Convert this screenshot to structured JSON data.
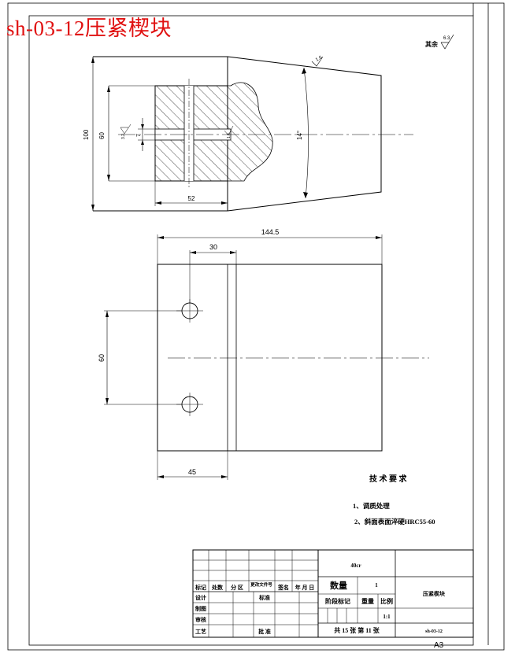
{
  "title": "sh-03-12压紧楔块",
  "roughness": {
    "label": "其余",
    "value": "6.3"
  },
  "dims": {
    "d100": "100",
    "d60_front": "60",
    "d7": "7",
    "d52": "52",
    "a14": "14°",
    "r32": "3.2",
    "r16a": "1.6",
    "r16b": "1.6",
    "d1445": "144.5",
    "d30": "30",
    "d60_top": "60",
    "d45": "45"
  },
  "tech": {
    "heading": "技 术 要 求",
    "item1": "1、调质处理",
    "item2": "2、斜面表面淬硬HRC55-60"
  },
  "titleblock": {
    "material": "40cr",
    "qty_label": "数量",
    "qty_value": "1",
    "part_name": "压紧楔块",
    "h_mark": "标记",
    "h_count": "处数",
    "h_zone": "分 区",
    "h_docno": "更改文件号",
    "h_sign": "签名",
    "h_date": "年 月 日",
    "design": "设计",
    "standard": "标准",
    "check": "制图",
    "review": "审核",
    "process": "工艺",
    "approve": "批 准",
    "stage": "阶段标记",
    "weight": "重量",
    "scale_label": "比例",
    "scale_value": "1:1",
    "sheets": "共 15 张   第 11 张",
    "code": "sh-03-12"
  },
  "sheet_size": "A3"
}
